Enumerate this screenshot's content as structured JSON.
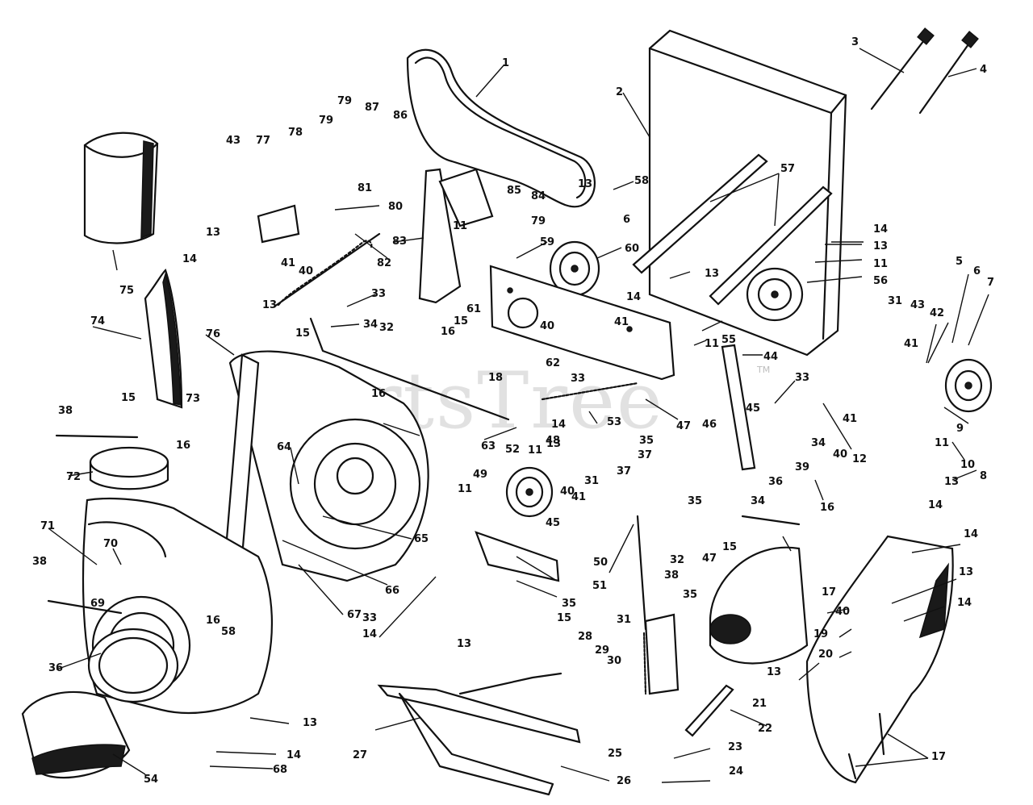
{
  "watermark": {
    "text": "PartsTree",
    "trademark": "TM"
  },
  "callouts": [
    "1",
    "2",
    "3",
    "4",
    "43",
    "77",
    "78",
    "79",
    "79",
    "87",
    "86",
    "81",
    "80",
    "85",
    "84",
    "58",
    "13",
    "6",
    "13",
    "14",
    "41",
    "40",
    "82",
    "83",
    "11",
    "79",
    "59",
    "60",
    "57",
    "14",
    "13",
    "11",
    "56",
    "75",
    "13",
    "33",
    "34",
    "32",
    "74",
    "76",
    "15",
    "16",
    "61",
    "15",
    "40",
    "41",
    "62",
    "16",
    "14",
    "55",
    "11",
    "13",
    "5",
    "6",
    "7",
    "43",
    "31",
    "42",
    "41",
    "44",
    "33",
    "45",
    "46",
    "34",
    "39",
    "40",
    "41",
    "8",
    "9",
    "12",
    "11",
    "10",
    "13",
    "14",
    "38",
    "15",
    "16",
    "73",
    "72",
    "71",
    "70",
    "38",
    "69",
    "36",
    "64",
    "65",
    "66",
    "67",
    "63",
    "53",
    "35",
    "47",
    "52",
    "11",
    "13",
    "14",
    "48",
    "37",
    "34",
    "35",
    "47",
    "11",
    "49",
    "40",
    "41",
    "31",
    "37",
    "45",
    "50",
    "51",
    "35",
    "33",
    "32",
    "38",
    "36",
    "15",
    "16",
    "17",
    "14",
    "13",
    "14",
    "19",
    "13",
    "20",
    "21",
    "22",
    "23",
    "24",
    "25",
    "26",
    "27",
    "28",
    "29",
    "30",
    "31",
    "35",
    "14",
    "13",
    "15",
    "16",
    "58",
    "13",
    "14",
    "68",
    "54",
    "33",
    "18",
    "17",
    "40"
  ]
}
